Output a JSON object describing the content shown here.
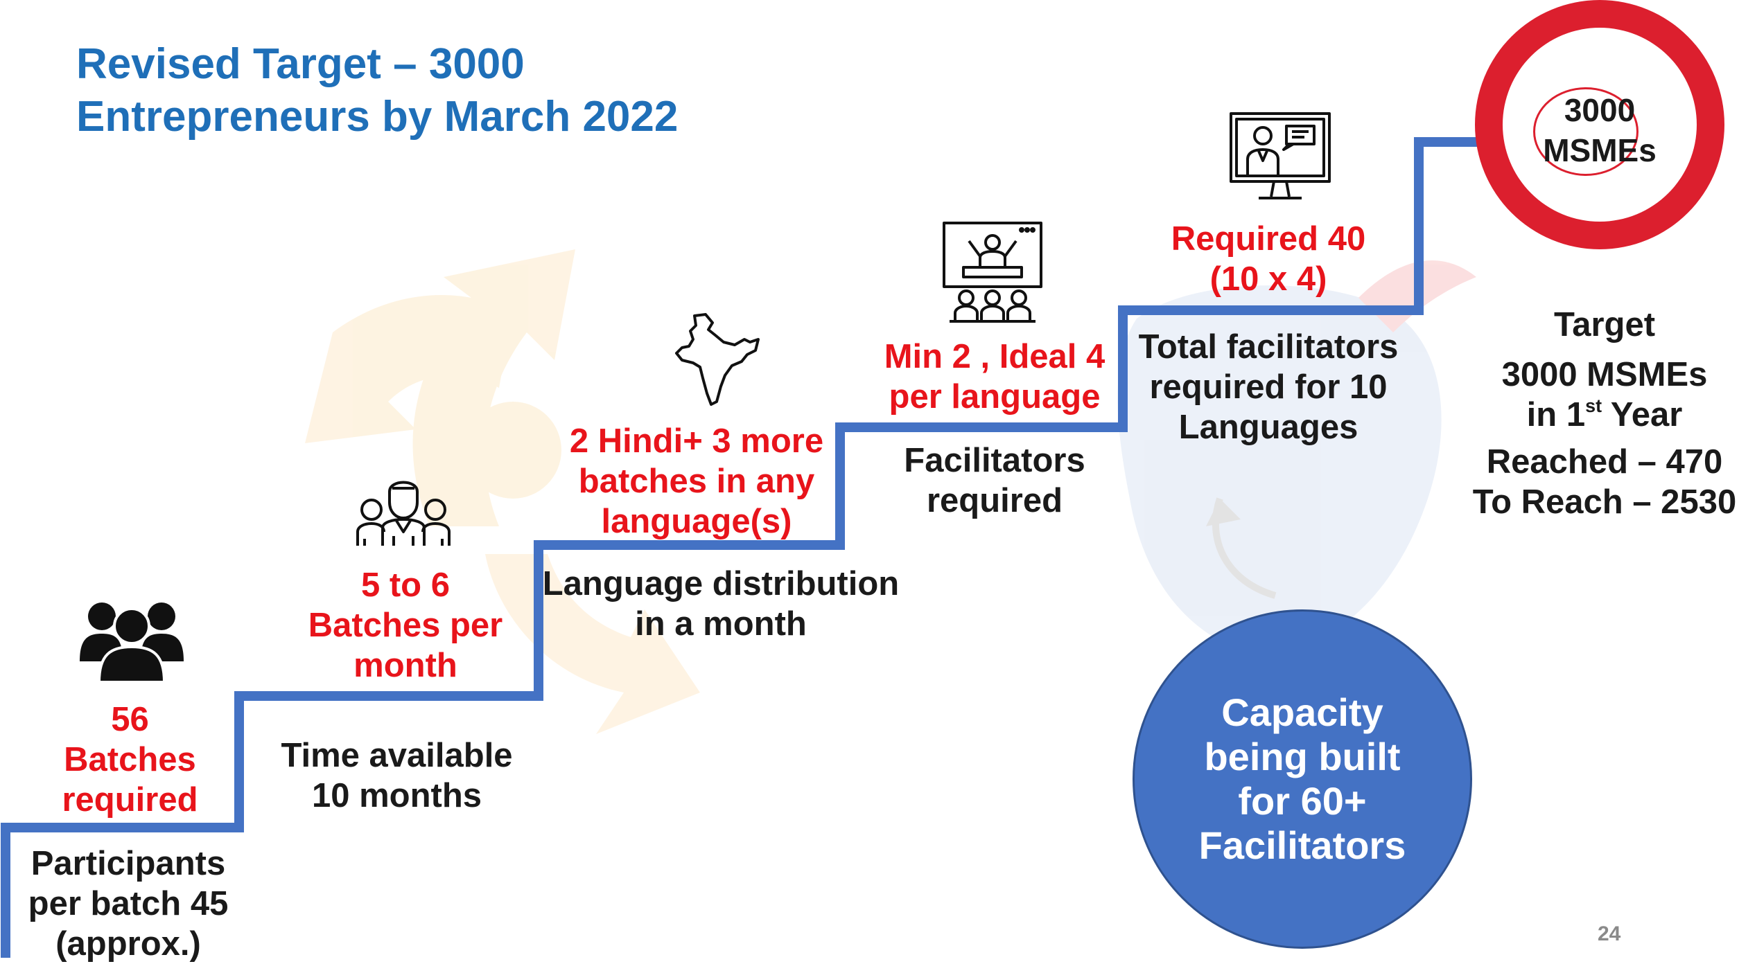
{
  "title": {
    "line1": "Revised Target – 3000",
    "line2": "Entrepreneurs by March 2022"
  },
  "steps": [
    {
      "value_lines": [
        "56",
        "Batches",
        "required"
      ],
      "label_lines": [
        "Participants",
        "per batch 45",
        "(approx.)"
      ],
      "icon": "group-icon"
    },
    {
      "value_lines": [
        "5 to 6",
        "Batches per",
        "month"
      ],
      "label_lines": [
        "Time available",
        "10 months"
      ],
      "icon": "team-people-icon"
    },
    {
      "value_lines": [
        "2 Hindi+ 3 more",
        "batches in any",
        "language(s)"
      ],
      "label_lines": [
        "Language distribution",
        "in a month"
      ],
      "icon": "india-map-icon"
    },
    {
      "value_lines": [
        "Min 2 , Ideal 4",
        "per language"
      ],
      "label_lines": [
        "Facilitators",
        "required"
      ],
      "icon": "classroom-presenter-icon"
    },
    {
      "value_lines": [
        "Required 40",
        "(10 x 4)"
      ],
      "label_lines": [
        "Total facilitators",
        "required for 10",
        "Languages"
      ],
      "icon": "online-trainer-icon"
    }
  ],
  "goal": {
    "circle_lines": [
      "3000",
      "MSMEs"
    ],
    "heading": "Target",
    "line1": "3000 MSMEs",
    "line2_prefix": "in 1",
    "line2_sup": "st",
    "line2_suffix": " Year",
    "reached": "Reached – 470",
    "to_reach": "To Reach – 2530"
  },
  "capacity": {
    "lines": [
      "Capacity",
      "being built",
      "for 60+",
      "Facilitators"
    ]
  },
  "page_number": "24",
  "colors": {
    "title": "#1f6fb8",
    "accent_red": "#e8141b",
    "stairs": "#4472c4",
    "capacity_circle": "#4472c4",
    "target_ring": "#dc1f2e"
  }
}
